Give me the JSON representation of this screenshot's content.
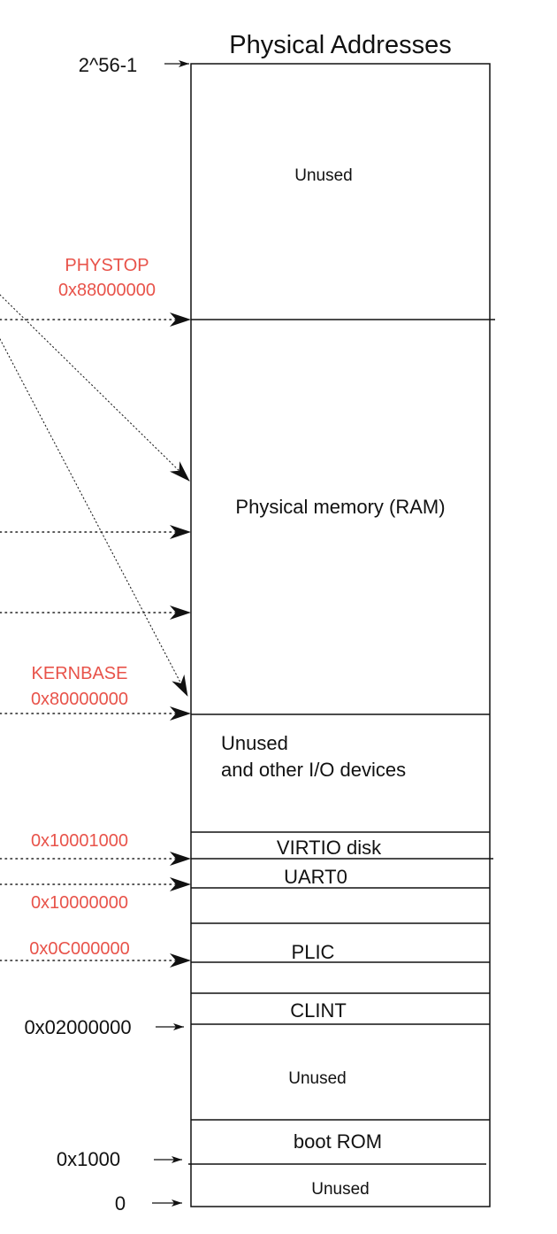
{
  "title": "Physical Addresses",
  "regions": {
    "unused_top": "Unused",
    "ram": "Physical memory (RAM)",
    "unused_io_line1": "Unused",
    "unused_io_line2": "and other I/O devices",
    "virtio": "VIRTIO disk",
    "uart": "UART0",
    "plic": "PLIC",
    "clint": "CLINT",
    "unused_mid": "Unused",
    "boot_rom": "boot ROM",
    "unused_bottom": "Unused"
  },
  "addresses": {
    "top": "2^56-1",
    "phystop_name": "PHYSTOP",
    "phystop_value": "0x88000000",
    "kernbase_name": "KERNBASE",
    "kernbase_value": "0x80000000",
    "virtio_base": "0x10001000",
    "uart_base": "0x10000000",
    "plic_base": "0x0C000000",
    "clint_base": "0x02000000",
    "boot_rom_base": "0x1000",
    "zero": "0"
  },
  "colors": {
    "highlight": "#e8534a",
    "line": "#111111"
  }
}
